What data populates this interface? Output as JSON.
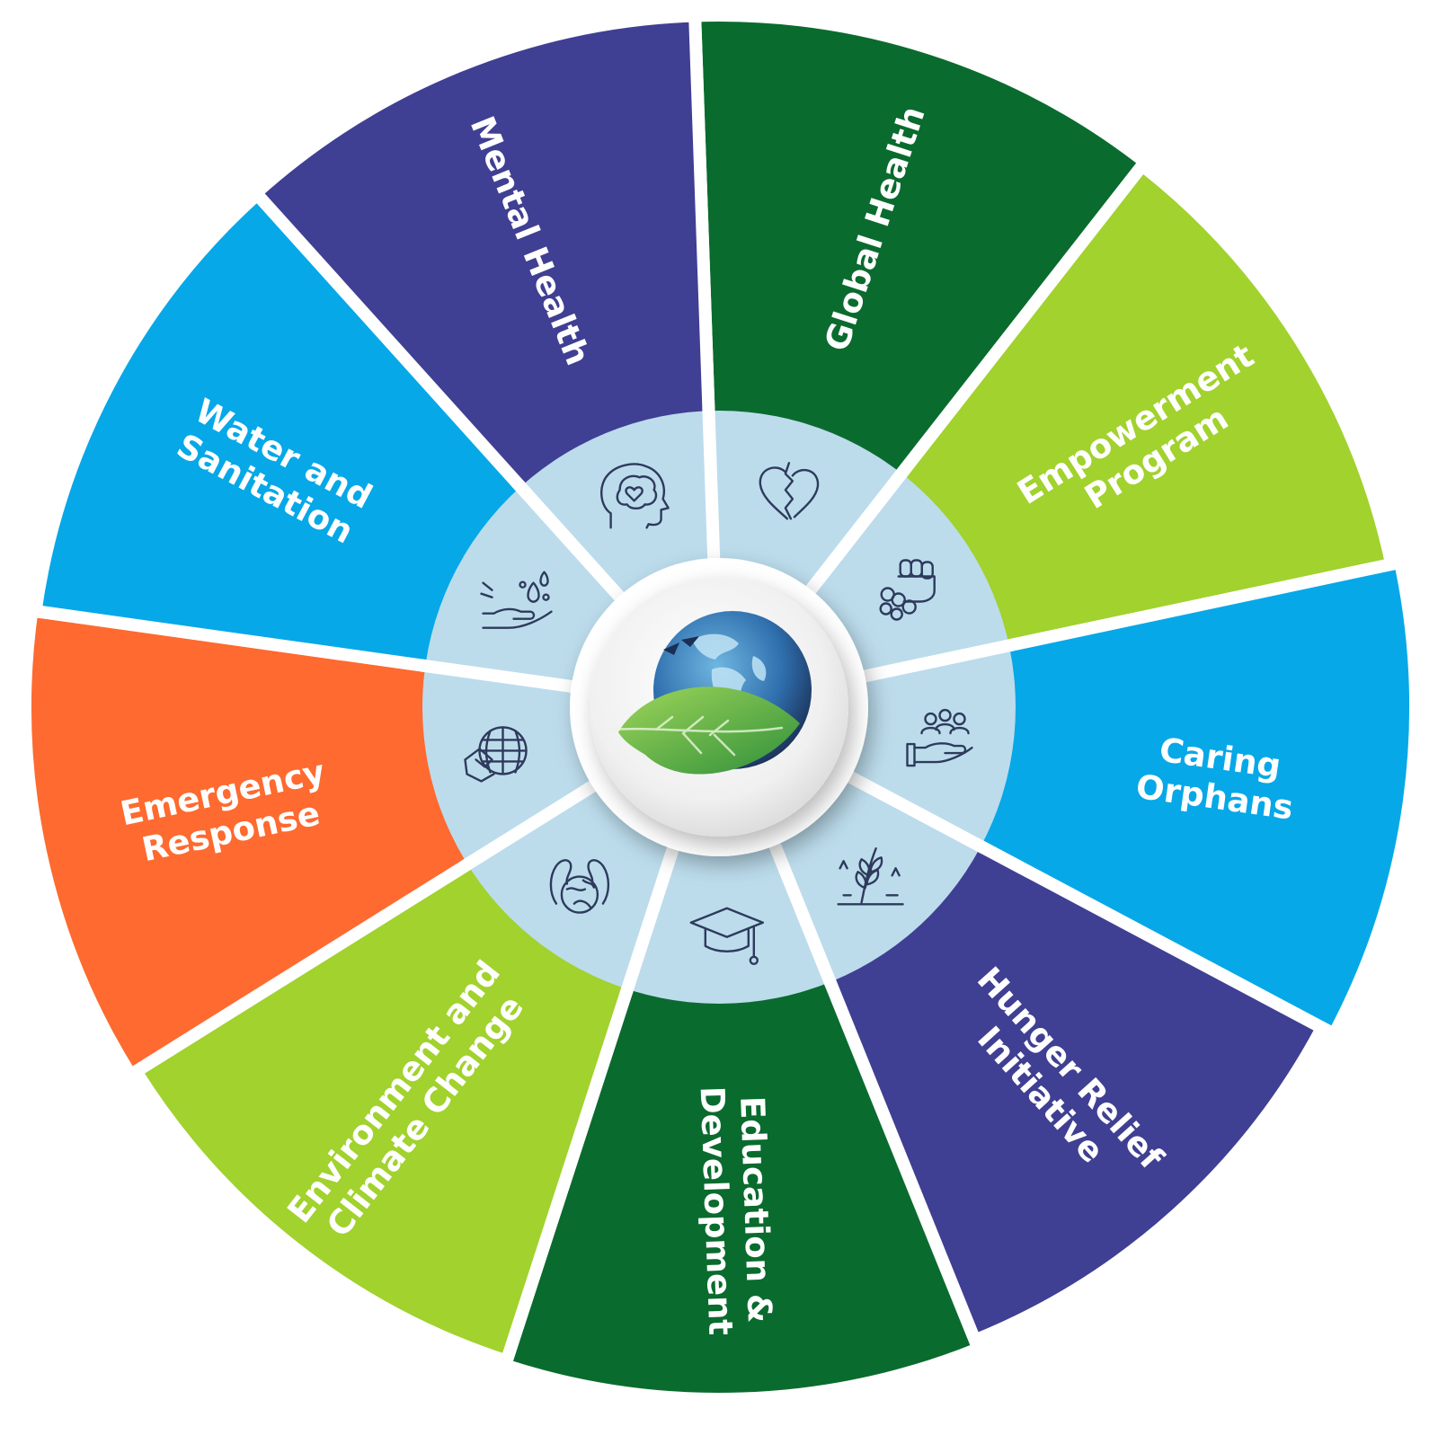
{
  "segments": [
    {
      "id": "global-health",
      "label_lines": [
        "Global Health"
      ],
      "color": "#0a6b2e",
      "icon": "heart-pulse-icon"
    },
    {
      "id": "empowerment-program",
      "label_lines": [
        "Empowerment",
        "Program"
      ],
      "color": "#a1d22d",
      "icon": "raised-fist-icon"
    },
    {
      "id": "caring-orphans",
      "label_lines": [
        "Caring",
        "Orphans"
      ],
      "color": "#06a8e8",
      "icon": "hand-people-icon"
    },
    {
      "id": "hunger-relief-initiative",
      "label_lines": [
        "Hunger Relief",
        "Initiative"
      ],
      "color": "#3f3f93",
      "icon": "wheat-field-icon"
    },
    {
      "id": "education-development",
      "label_lines": [
        "Education &",
        "Development"
      ],
      "color": "#0a6b2e",
      "icon": "graduation-cap-icon"
    },
    {
      "id": "environment-climate-change",
      "label_lines": [
        "Environment and",
        "Climate Change"
      ],
      "color": "#a1d22d",
      "icon": "hands-globe-icon"
    },
    {
      "id": "emergency-response",
      "label_lines": [
        "Emergency",
        "Response"
      ],
      "color": "#fe6a2f",
      "icon": "handshake-globe-icon"
    },
    {
      "id": "water-sanitation",
      "label_lines": [
        "Water and",
        "Sanitation"
      ],
      "color": "#06a8e8",
      "icon": "hand-water-drops-icon"
    },
    {
      "id": "mental-health",
      "label_lines": [
        "Mental Health"
      ],
      "color": "#3f3f93",
      "icon": "head-brain-icon"
    }
  ],
  "inner_ring_color": "#bcdcec",
  "center_logo": {
    "icon": "globe-leaf-logo-icon",
    "globe_color": "#2f6fae",
    "leaf_color": "#5aaa3a"
  }
}
